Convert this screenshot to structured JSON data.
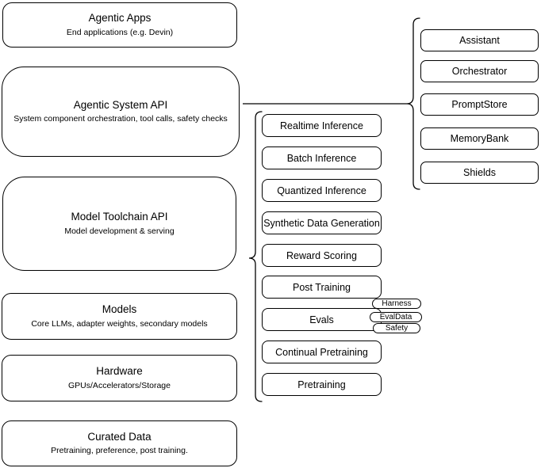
{
  "diagram": {
    "stack": [
      {
        "title": "Agentic Apps",
        "subtitle": "End applications (e.g. Devin)"
      },
      {
        "title": "Agentic System API",
        "subtitle": "System component orchestration, tool calls, safety checks"
      },
      {
        "title": "Model Toolchain API",
        "subtitle": "Model development & serving"
      },
      {
        "title": "Models",
        "subtitle": "Core LLMs, adapter weights, secondary models"
      },
      {
        "title": "Hardware",
        "subtitle": "GPUs/Accelerators/Storage"
      },
      {
        "title": "Curated Data",
        "subtitle": "Pretraining, preference, post training."
      }
    ],
    "toolchain_services": [
      "Realtime Inference",
      "Batch Inference",
      "Quantized Inference",
      "Synthetic Data Generation",
      "Reward Scoring",
      "Post Training",
      "Evals",
      "Continual Pretraining",
      "Pretraining"
    ],
    "system_components": [
      "Assistant",
      "Orchestrator",
      "PromptStore",
      "MemoryBank",
      "Shields"
    ],
    "eval_tags": [
      "Harness",
      "EvalData",
      "Safety"
    ],
    "colors": {
      "stroke": "#000000",
      "fill": "#ffffff"
    }
  }
}
